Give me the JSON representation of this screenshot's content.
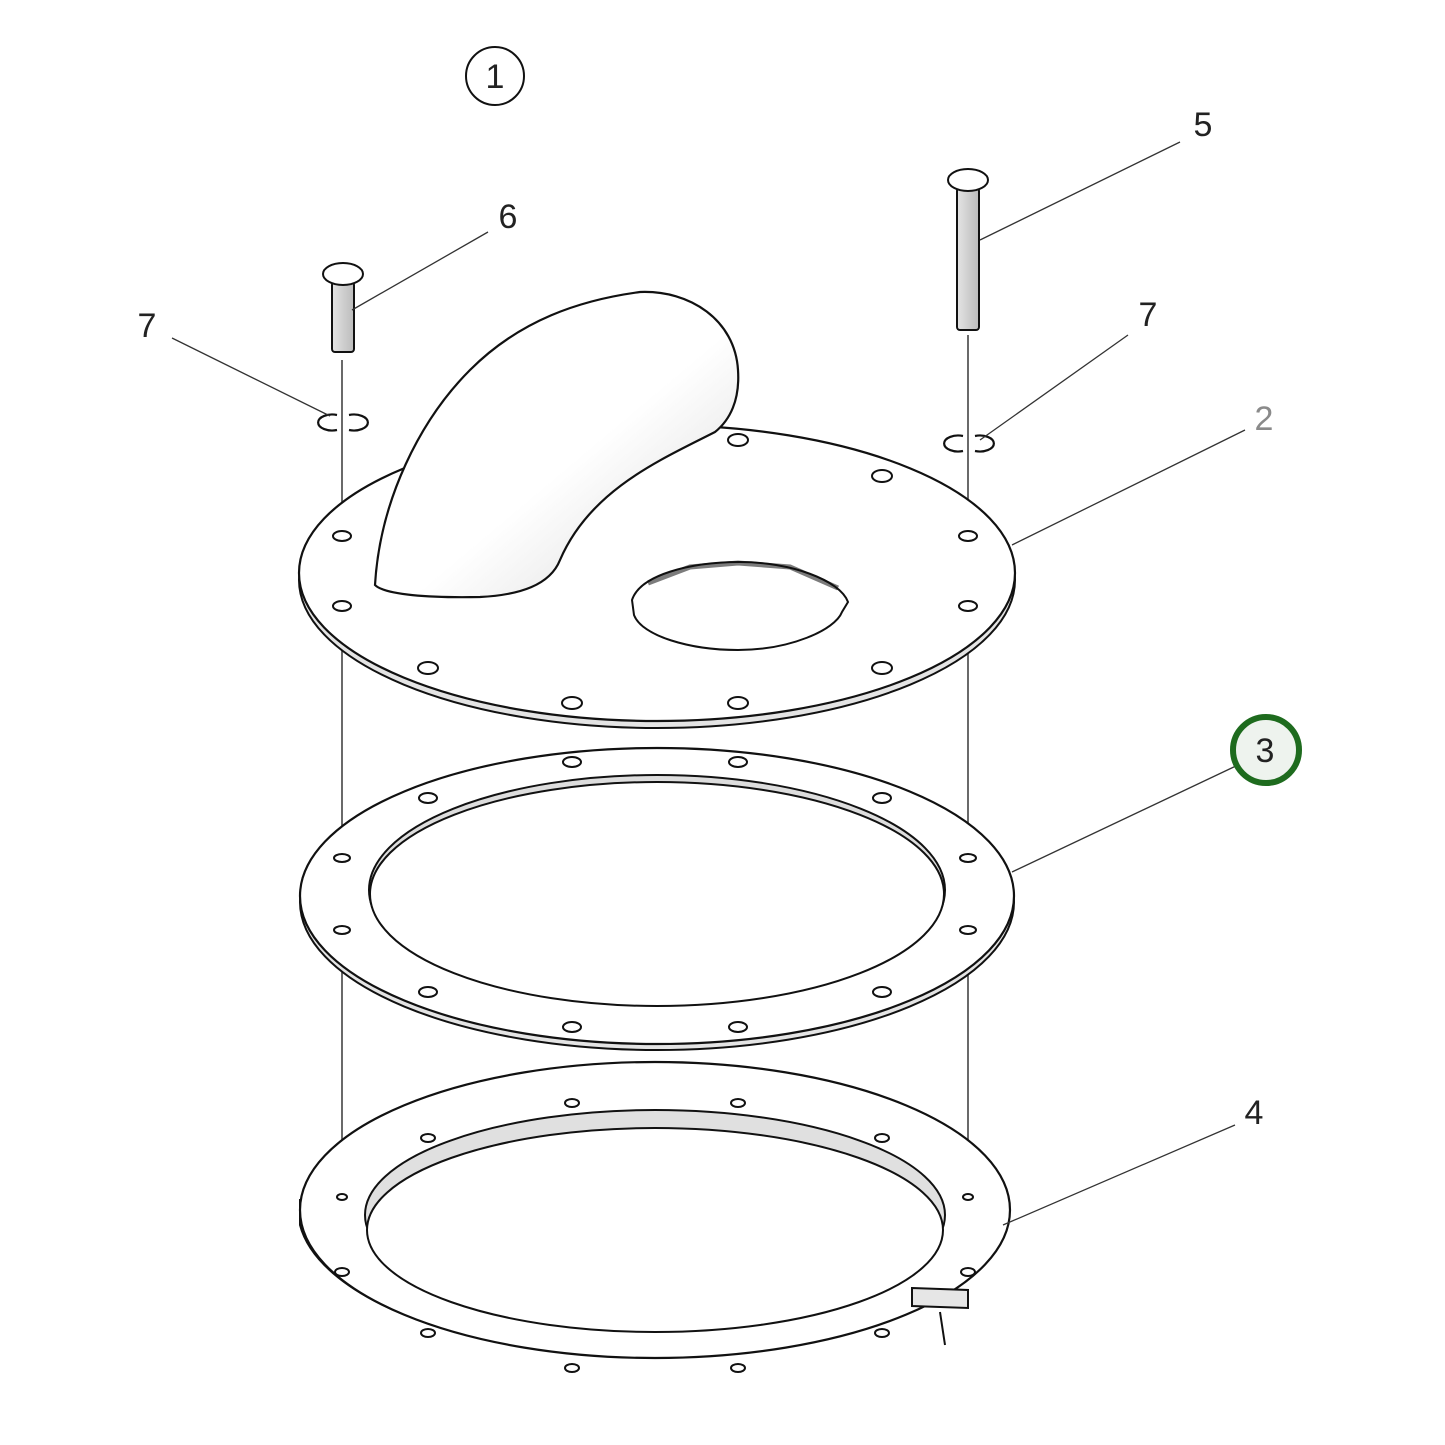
{
  "diagram": {
    "type": "exploded parts diagram",
    "assembly_callout": {
      "number": "1"
    },
    "parts": [
      {
        "number": "2",
        "name": "flange plate with elbow spout",
        "label_color": "#8a8a8a"
      },
      {
        "number": "3",
        "name": "gasket ring",
        "highlighted": true,
        "highlight_color": "#1e6b1e"
      },
      {
        "number": "4",
        "name": "split backing ring"
      },
      {
        "number": "5",
        "name": "long pin / rivet"
      },
      {
        "number": "6",
        "name": "short pin / rivet"
      },
      {
        "number": "7",
        "name": "retaining clip (left)"
      },
      {
        "number": "7b",
        "display": "7",
        "name": "retaining clip (right)"
      }
    ],
    "labels": {
      "callout_1": "1",
      "label_2": "2",
      "callout_3": "3",
      "label_4": "4",
      "label_5": "5",
      "label_6": "6",
      "label_7_left": "7",
      "label_7_right": "7"
    },
    "colors": {
      "highlight_ring": "#1e6b1e",
      "highlight_fill": "#eef3ee",
      "line": "#111111",
      "shade": "#d9d9d9"
    }
  }
}
